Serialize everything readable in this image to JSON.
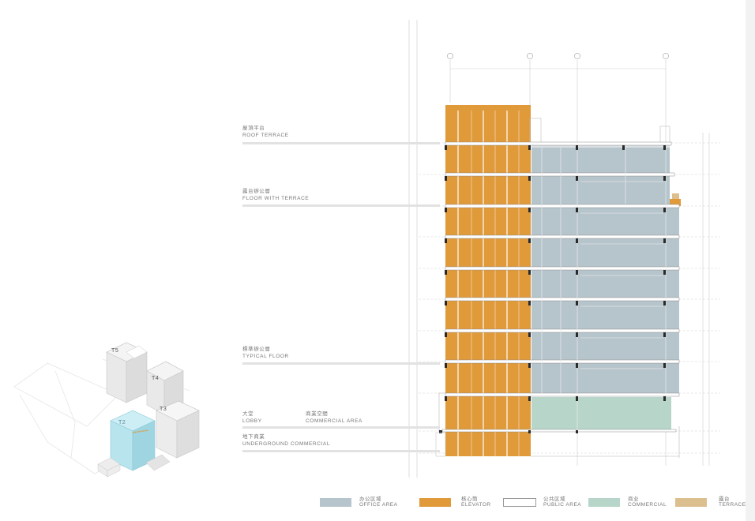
{
  "floor_labels": {
    "roof_terrace": {
      "cn": "屋頂平台",
      "en": "ROOF TERRACE"
    },
    "floor_with_terrace": {
      "cn": "露台辦公層",
      "en": "FLOOR WITH TERRACE"
    },
    "typical_floor": {
      "cn": "標準辦公層",
      "en": "TYPICAL FLOOR"
    },
    "lobby": {
      "cn": "大堂",
      "en": "LOBBY"
    },
    "commercial_area": {
      "cn": "商業空間",
      "en": "COMMERCIAL AREA"
    },
    "underground_commercial": {
      "cn": "地下商業",
      "en": "UNDERGROUND COMMERCIAL"
    }
  },
  "massing_labels": {
    "t2": "T2",
    "t3": "T3",
    "t4": "T4",
    "t5": "T5"
  },
  "legend": [
    {
      "cn": "办公区域",
      "en": "OFFICE AREA",
      "color": "#b6c4cb"
    },
    {
      "cn": "核心筒",
      "en": "ELEVATOR",
      "color": "#e09a3a"
    },
    {
      "cn": "公共区域",
      "en": "PUBLIC AREA",
      "color": "#ffffff"
    },
    {
      "cn": "商业",
      "en": "COMMERCIAL",
      "color": "#b7d6c9"
    },
    {
      "cn": "露台",
      "en": "TERRACE",
      "color": "#dcbf8e"
    }
  ],
  "colors": {
    "office": "#b6c4cb",
    "elevator": "#e09a3a",
    "commercial": "#b7d6c9",
    "terrace": "#dcbf8e",
    "highlight_tower": "#a9dce8"
  }
}
